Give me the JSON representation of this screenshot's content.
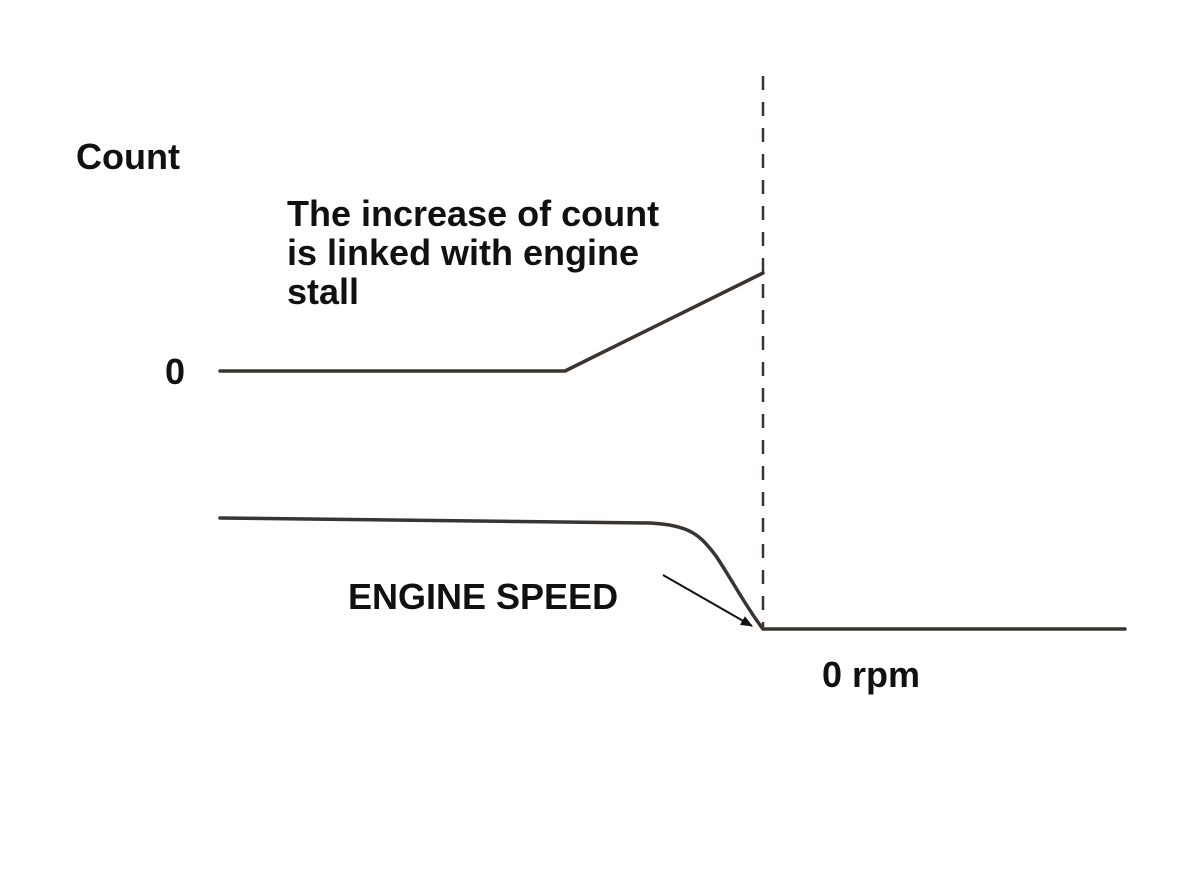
{
  "labels": {
    "count_axis": "Count",
    "count_zero": "0",
    "annotation_lines": [
      "The increase of count",
      "is linked with engine",
      "stall"
    ],
    "engine_speed": "ENGINE SPEED",
    "zero_rpm": "0 rpm"
  },
  "colors": {
    "line": "#3a3330",
    "text": "#111111",
    "background": "#ffffff"
  }
}
